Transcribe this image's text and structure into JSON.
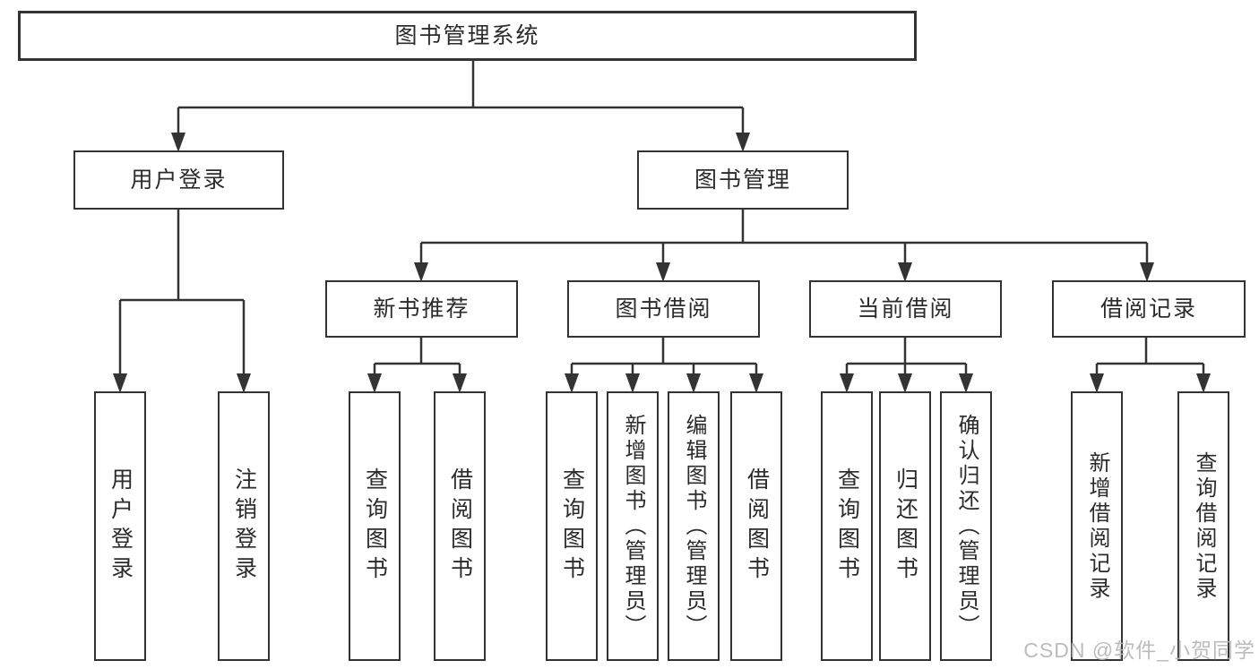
{
  "colors": {
    "line": "#333333",
    "box_border": "#333333",
    "text": "#2b2b2b",
    "background": "#ffffff",
    "watermark": "#b5b5b5"
  },
  "watermark": "CSDN @软件_小贺同学",
  "tree": {
    "root": "图书管理系统",
    "branches": [
      {
        "label": "用户登录",
        "children": [
          "用户登录",
          "注销登录"
        ]
      },
      {
        "label": "图书管理",
        "children": [
          {
            "label": "新书推荐",
            "children": [
              "查询图书",
              "借阅图书"
            ]
          },
          {
            "label": "图书借阅",
            "children": [
              "查询图书",
              "新增图书（管理员）",
              "编辑图书（管理员）",
              "借阅图书"
            ]
          },
          {
            "label": "当前借阅",
            "children": [
              "查询图书",
              "归还图书",
              "确认归还（管理员）"
            ]
          },
          {
            "label": "借阅记录",
            "children": [
              "新增借阅记录",
              "查询借阅记录"
            ]
          }
        ]
      }
    ]
  }
}
